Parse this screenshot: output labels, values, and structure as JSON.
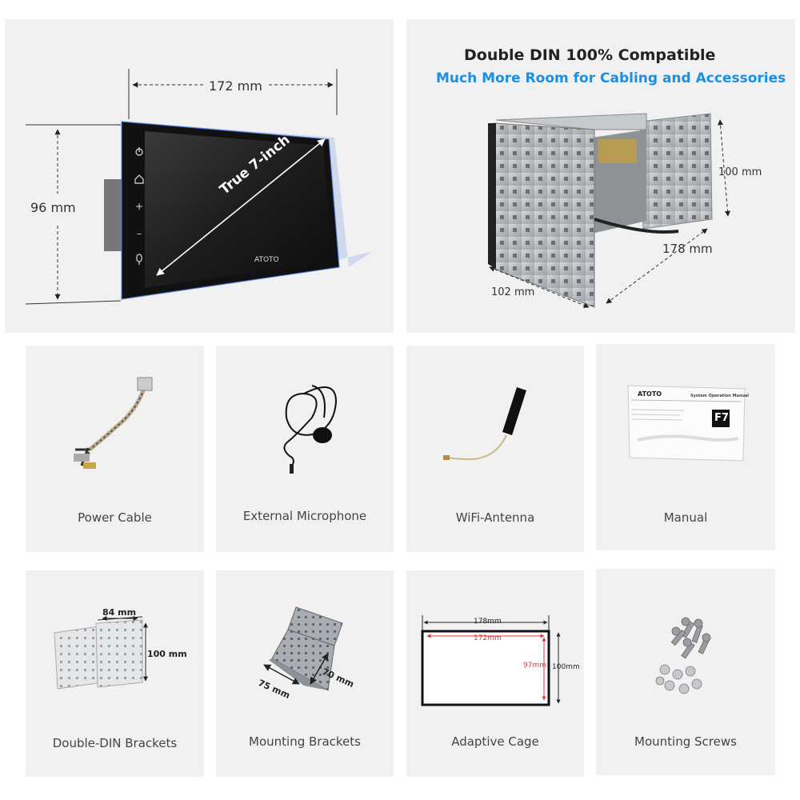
{
  "screen_panel": {
    "width_label": "172 mm",
    "height_label": "96 mm",
    "diagonal_label": "True 7-inch",
    "brand": "ATOTO"
  },
  "chassis_panel": {
    "title": "Double DIN 100% Compatible",
    "subtitle": "Much More Room for Cabling and Accessories",
    "height_label": "100 mm",
    "depth_label": "178 mm",
    "width_label": "102 mm",
    "accent_color": "#1a8fe3"
  },
  "accessories": [
    {
      "caption": "Power Cable"
    },
    {
      "caption": "External Microphone"
    },
    {
      "caption": "WiFi-Antenna"
    },
    {
      "caption": "Manual",
      "doc_brand": "ATOTO",
      "doc_title": "System Operation Manual",
      "doc_badge": "F7"
    },
    {
      "caption": "Double-DIN Brackets",
      "width_label": "84 mm",
      "height_label": "100 mm"
    },
    {
      "caption": "Mounting Brackets",
      "width_label": "75 mm",
      "depth_label": "70 mm"
    },
    {
      "caption": "Adaptive Cage",
      "outer_width_label": "178mm",
      "inner_width_label": "172mm",
      "inner_height_label": "97mm",
      "outer_height_label": "100mm",
      "inner_color": "#e0342a"
    },
    {
      "caption": "Mounting Screws"
    }
  ]
}
